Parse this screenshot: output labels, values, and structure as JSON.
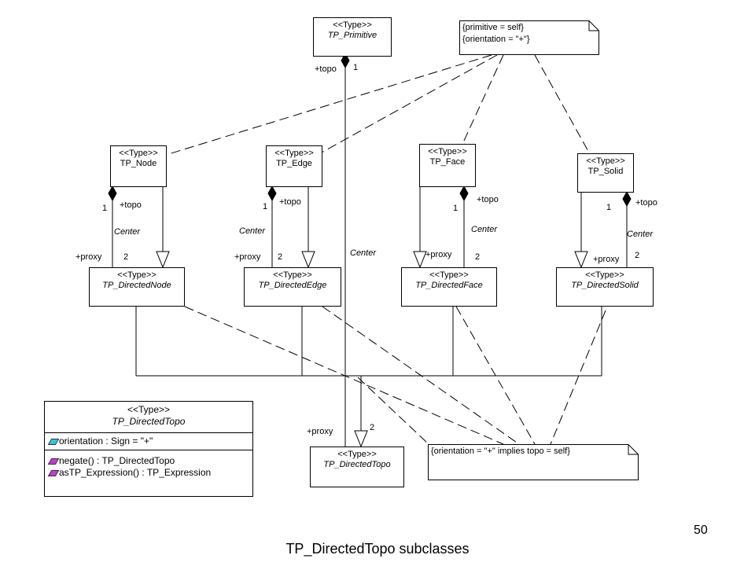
{
  "stereotype": "<<Type>>",
  "classes": {
    "primitive": "TP_Primitive",
    "node": "TP_Node",
    "edge": "TP_Edge",
    "face": "TP_Face",
    "solid": "TP_Solid",
    "dnode": "TP_DirectedNode",
    "dedge": "TP_DirectedEdge",
    "dface": "TP_DirectedFace",
    "dsolid": "TP_DirectedSolid",
    "dtopo": "TP_DirectedTopo"
  },
  "notes": {
    "top": [
      "{primitive = self}",
      "{orientation = \"+\"}"
    ],
    "bottom": "{orientation = \"+\" implies topo = self}"
  },
  "labels": {
    "topo": "+topo",
    "proxy": "+proxy",
    "one": "1",
    "two": "2",
    "center": "Center"
  },
  "detail_class": {
    "stereotype": "<<Type>>",
    "name": "TP_DirectedTopo",
    "attributes": [
      "orientation : Sign = \"+\""
    ],
    "operations": [
      "negate() : TP_DirectedTopo",
      "asTP_Expression() : TP_Expression"
    ]
  },
  "page_number": "50",
  "caption": "TP_DirectedTopo subclasses"
}
